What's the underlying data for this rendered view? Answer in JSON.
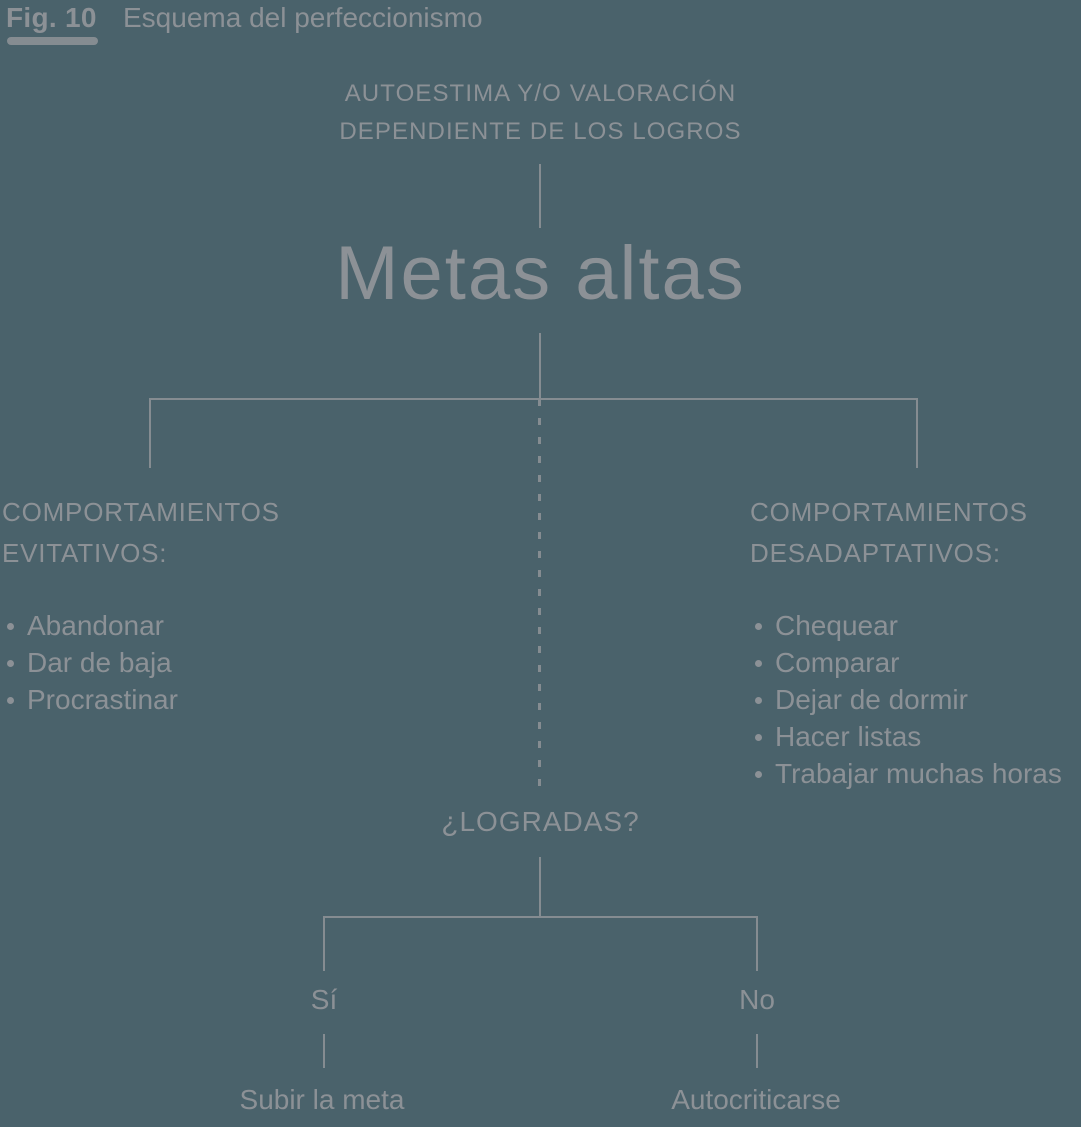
{
  "colors": {
    "background": "#4A626B",
    "text": "#8C9196",
    "line": "#858C91"
  },
  "figure": {
    "label": "Fig. 10",
    "title": "Esquema del perfeccionismo"
  },
  "diagram": {
    "root": {
      "line1": "AUTOESTIMA Y/O VALORACIÓN",
      "line2": "DEPENDIENTE DE LOS LOGROS"
    },
    "goal": "Metas altas",
    "left_branch": {
      "heading_line1": "COMPORTAMIENTOS",
      "heading_line2": "EVITATIVOS:",
      "items": [
        "Abandonar",
        "Dar de baja",
        "Procrastinar"
      ]
    },
    "right_branch": {
      "heading_line1": "COMPORTAMIENTOS",
      "heading_line2": "DESADAPTATIVOS:",
      "items": [
        "Chequear",
        "Comparar",
        "Dejar de dormir",
        "Hacer listas",
        "Trabajar muchas horas"
      ]
    },
    "question": "¿LOGRADAS?",
    "yes_branch": {
      "label": "Sí",
      "outcome": "Subir la meta"
    },
    "no_branch": {
      "label": "No",
      "outcome": "Autocriticarse"
    }
  }
}
